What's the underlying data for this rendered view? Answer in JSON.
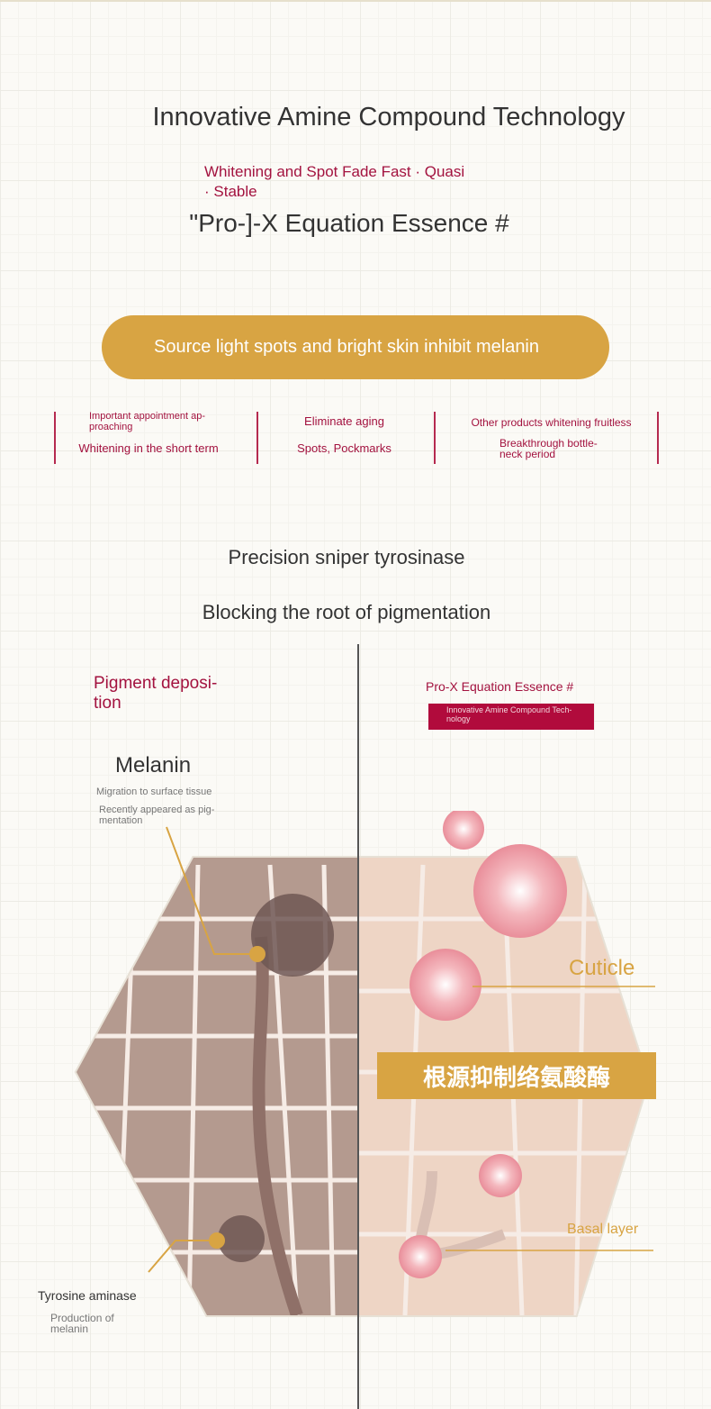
{
  "header": {
    "title": "Innovative Amine Compound Technology",
    "subtitle_line1": "Whitening and Spot Fade Fast · Quasi",
    "subtitle_line2": "· Stable",
    "product": "\"Pro-]-X Equation Essence #"
  },
  "banner": {
    "label": "Source light spots and bright skin inhibit melanin"
  },
  "features": [
    {
      "top": "Important appointment ap-proaching",
      "bottom": "Whitening in the short term"
    },
    {
      "top": "Eliminate aging",
      "bottom": "Spots, Pockmarks"
    },
    {
      "top": "Other products whitening fruitless",
      "bottom": "Breakthrough bottle-neck period"
    }
  ],
  "section": {
    "line1": "Precision sniper tyrosinase",
    "line2": "Blocking the root of pigmentation"
  },
  "diagram": {
    "left_title": "Pigment deposi-tion",
    "right_title": "Pro-X Equation Essence #",
    "right_tag": "Innovative Amine Compound Tech-nology",
    "melanin": "Melanin",
    "melanin_desc1": "Migration to surface tissue",
    "melanin_desc2": "Recently appeared as pig-mentation",
    "cuticle": "Cuticle",
    "chinese_band": "根源抑制络氨酸酶",
    "basal": "Basal layer",
    "tyrosine": "Tyrosine aminase",
    "tyrosine_desc": "Production of melanin"
  },
  "colors": {
    "accent": "#a3123f",
    "gold": "#d8a443"
  }
}
